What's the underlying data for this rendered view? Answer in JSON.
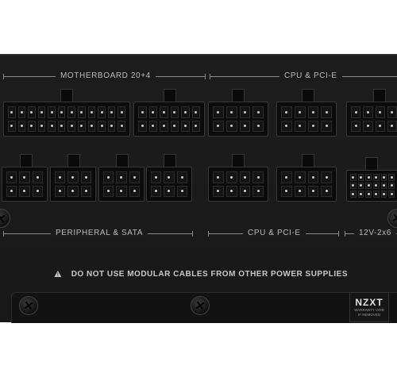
{
  "labels": {
    "motherboard": "MOTHERBOARD 20+4",
    "cpu_pcie_top": "CPU & PCI-E",
    "peripheral": "PERIPHERAL & SATA",
    "cpu_pcie_bottom": "CPU & PCI-E",
    "twelve_v": "12V-2x6"
  },
  "warning": {
    "icon": "warning-triangle-icon",
    "text": "DO NOT USE MODULAR CABLES FROM OTHER POWER SUPPLIES"
  },
  "brand": {
    "logo": "NZXT",
    "sticker_line1": "WARRANTY VOID",
    "sticker_line2": "IF REMOVED"
  },
  "colors": {
    "panel": "#1b1b1b",
    "text": "#bcbcbc"
  }
}
